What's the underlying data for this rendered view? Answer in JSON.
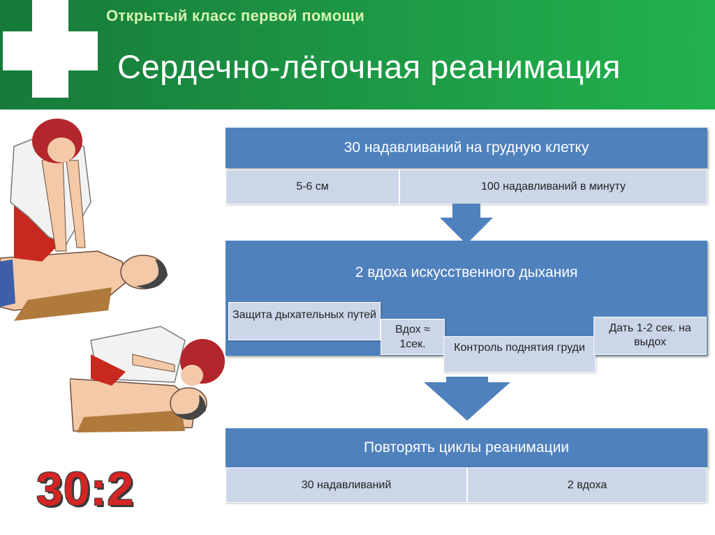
{
  "header": {
    "subtitle": "Открытый класс первой помощи",
    "title": "Сердечно-лёгочная реанимация"
  },
  "step1": {
    "title": "30 надавливаний на грудную клетку",
    "cells": [
      "5-6 см",
      "100 надавливаний в минуту"
    ]
  },
  "step2": {
    "title": "2 вдоха искусственного дыхания",
    "cells": [
      "Защита дыхательных путей",
      "Вдох",
      "≈ 1сек.",
      "Контроль поднятия груди",
      "Дать 1-2 сек. на выдох"
    ]
  },
  "step3": {
    "title": "Повторять циклы реанимации",
    "cells": [
      "30 надавливаний",
      "2 вдоха"
    ]
  },
  "ratio": "30:2",
  "colors": {
    "header_green": "#1c9444",
    "bar_blue": "#4f81bd",
    "cell_blue": "#ccd6e9",
    "ratio_red": "#d42424"
  }
}
